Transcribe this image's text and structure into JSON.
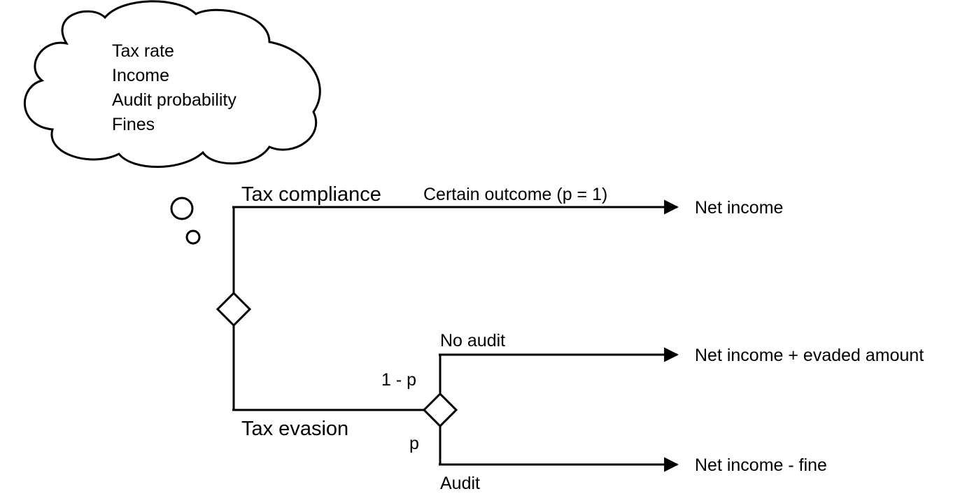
{
  "thought": {
    "items": [
      "Tax rate",
      "Income",
      "Audit probability",
      "Fines"
    ]
  },
  "branches": {
    "compliance": {
      "label": "Tax compliance",
      "outcome_label": "Certain outcome (p = 1)",
      "result": "Net income"
    },
    "evasion": {
      "label": "Tax evasion",
      "no_audit": {
        "label": "No audit",
        "probability": "1 - p",
        "result": "Net income + evaded amount"
      },
      "audit": {
        "label": "Audit",
        "probability": "p",
        "result": "Net income - fine"
      }
    }
  }
}
